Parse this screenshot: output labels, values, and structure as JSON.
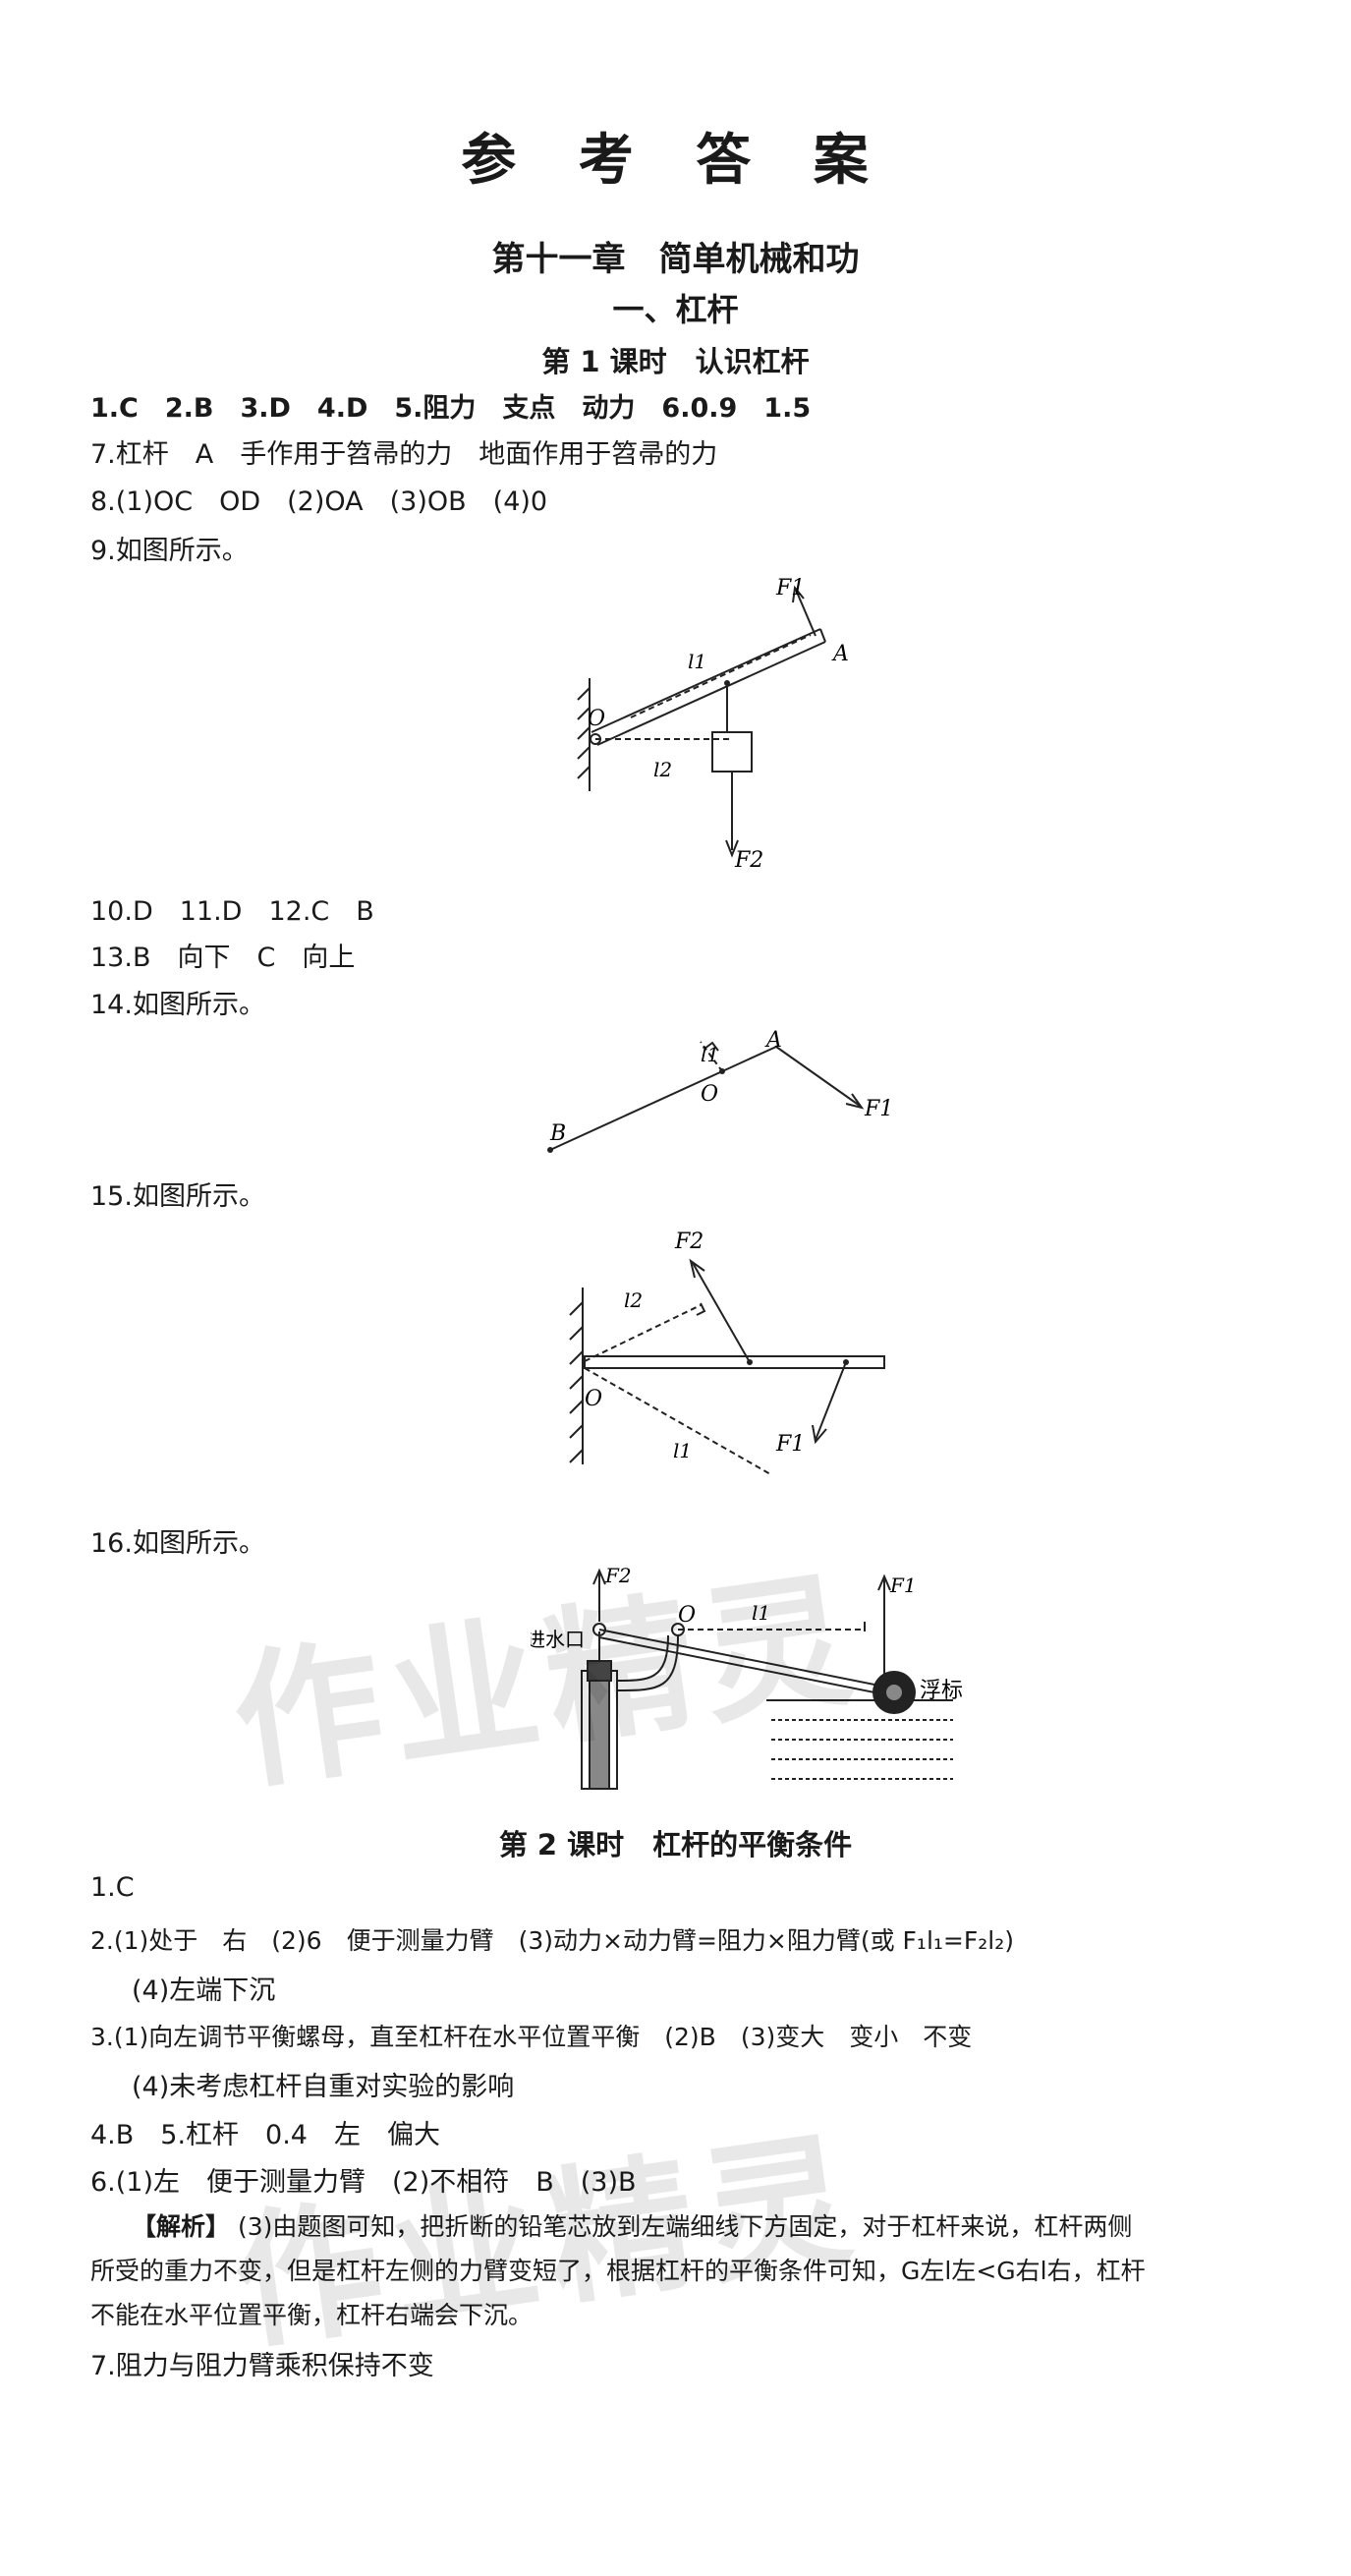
{
  "title": "参 考 答 案",
  "chapter": "第十一章　简单机械和功",
  "section": "一、杠杆",
  "lesson1": "第 1 课时　认识杠杆",
  "lesson2": "第 2 课时　杠杆的平衡条件",
  "answers": {
    "l1": "1.C　2.B　3.D　4.D　5.阻力　支点　动力　6.0.9　1.5",
    "l2": "7.杠杆　A　手作用于笤帚的力　地面作用于笤帚的力",
    "l3": "8.(1)OC　OD　(2)OA　(3)OB　(4)0",
    "l4": "9.如图所示。",
    "l5": "10.D　11.D　12.C　B",
    "l6": "13.B　向下　C　向上",
    "l7": "14.如图所示。",
    "l8": "15.如图所示。",
    "l9": "16.如图所示。",
    "m1": "1.C",
    "m2": "2.(1)处于　右　(2)6　便于测量力臂　(3)动力×动力臂=阻力×阻力臂(或 F₁l₁=F₂l₂)",
    "m3": "(4)左端下沉",
    "m4": "3.(1)向左调节平衡螺母，直至杠杆在水平位置平衡　(2)B　(3)变大　变小　不变",
    "m5": "(4)未考虑杠杆自重对实验的影响",
    "m6": "4.B　5.杠杆　0.4　左　偏大",
    "m7": "6.(1)左　便于测量力臂　(2)不相符　B　(3)B",
    "a_tag": "【解析】",
    "a1": "(3)由题图可知，把折断的铅笔芯放到左端细线下方固定，对于杠杆来说，杠杆两侧",
    "a2": "所受的重力不变，但是杠杆左侧的力臂变短了，根据杠杆的平衡条件可知，G左l左<G右l右，杠杆",
    "a3": "不能在水平位置平衡，杠杆右端会下沉。",
    "m8": "7.阻力与阻力臂乘积保持不变"
  },
  "fig9": {
    "F1": "F1",
    "l1": "l1",
    "A": "A",
    "O": "O",
    "l2": "l2",
    "F2": "F2"
  },
  "fig14": {
    "l1": "l1",
    "A": "A",
    "O": "O",
    "F1": "F1",
    "B": "B"
  },
  "fig15": {
    "F2": "F2",
    "l2": "l2",
    "O": "O",
    "l1": "l1",
    "F1": "F1"
  },
  "fig16": {
    "F2": "F2",
    "F1": "F1",
    "O": "O",
    "l1": "l1",
    "valve": "进水口",
    "float": "浮标"
  },
  "watermark": "作业精灵"
}
